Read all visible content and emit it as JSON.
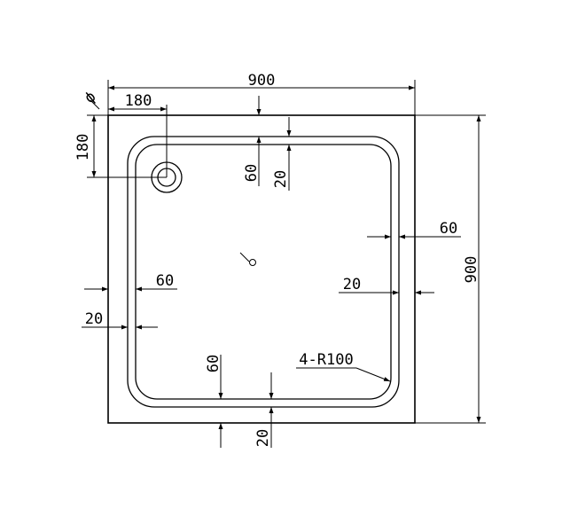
{
  "drawing": {
    "overall_width": "900",
    "overall_height": "900",
    "drain_offset_x": "180",
    "drain_offset_y": "180",
    "drain_symbol": "ϕ",
    "rim_right": "60",
    "rim_left": "60",
    "rim_top": "60",
    "rim_bottom": "60",
    "inner_right": "20",
    "inner_left": "20",
    "inner_top": "20",
    "inner_bottom": "20",
    "corner_radius": "4-R100"
  }
}
